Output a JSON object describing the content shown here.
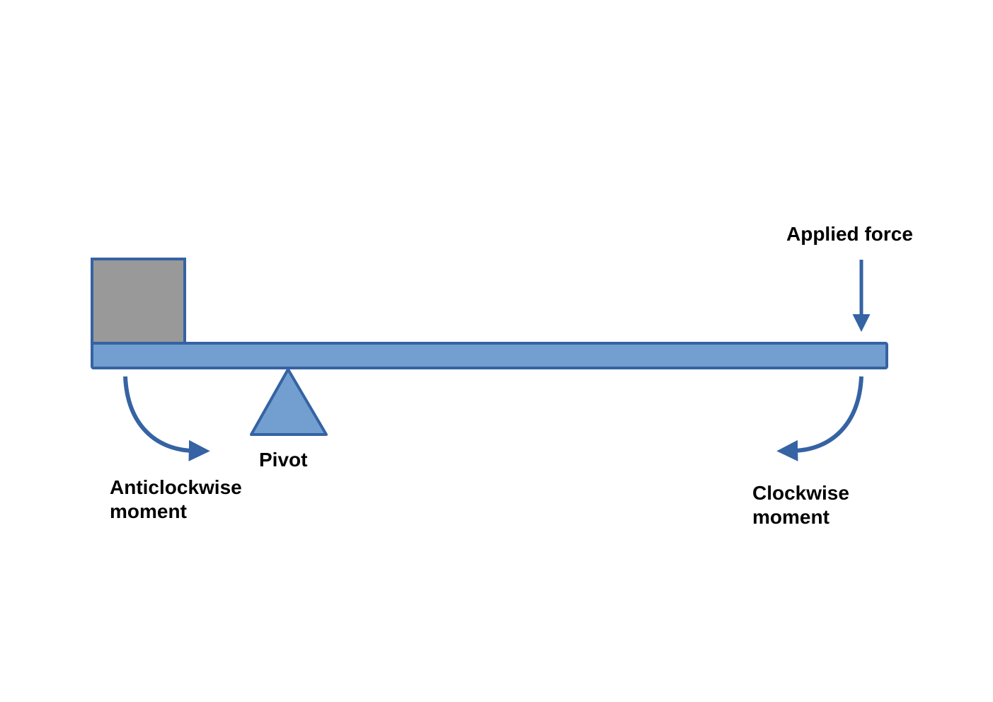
{
  "colors": {
    "stroke": "#3563a3",
    "beam_fill": "#729fcf",
    "weight_fill": "#999999",
    "background": "#ffffff"
  },
  "labels": {
    "applied_force": "Applied force",
    "pivot": "Pivot",
    "anticlockwise_line1": "Anticlockwise",
    "anticlockwise_line2": "moment",
    "clockwise_line1": "Clockwise",
    "clockwise_line2": "moment"
  }
}
